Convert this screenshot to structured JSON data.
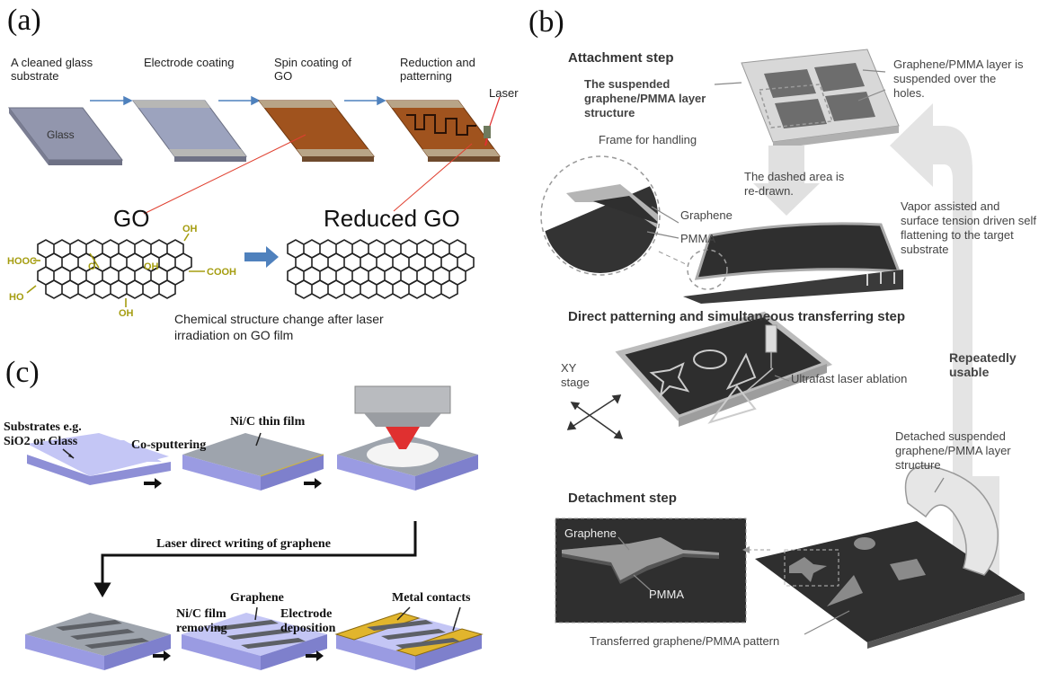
{
  "panel_a": {
    "label": "(a)",
    "steps": [
      "A cleaned glass substrate",
      "Electrode coating",
      "Spin coating of GO",
      "Reduction and patterning"
    ],
    "glass_label": "Glass",
    "laser_label": "Laser",
    "go_label": "GO",
    "rgo_label": "Reduced GO",
    "chem_groups": [
      "OH",
      "HOOC",
      "O",
      "OH",
      "COOH",
      "HO",
      "OH"
    ],
    "caption": "Chemical structure change after laser irradiation on GO film"
  },
  "panel_b": {
    "label": "(b)",
    "attachment_title": "Attachment step",
    "suspended_title": "The suspended graphene/PMMA layer structure",
    "frame_label": "Frame for handling",
    "graphene_pmma_suspended": "Graphene/PMMA layer is suspended over the holes.",
    "dashed_note": "The dashed area is re-drawn.",
    "graphene_label": "Graphene",
    "pmma_label": "PMMA",
    "vapor_note": "Vapor assisted and surface tension driven self flattening to the target substrate",
    "direct_title": "Direct patterning and simultaneous transferring step",
    "xy_stage": "XY stage",
    "ultrafast": "Ultrafast laser ablation",
    "repeatedly": "Repeatedly usable",
    "detached": "Detached suspended graphene/PMMA layer structure",
    "detachment_title": "Detachment step",
    "inset_graphene": "Graphene",
    "inset_pmma": "PMMA",
    "transferred": "Transferred graphene/PMMA pattern"
  },
  "panel_c": {
    "label": "(c)",
    "substrates": "Substrates e.g. SiO2 or Glass",
    "cosputtering": "Co-sputtering",
    "nic_film": "Ni/C thin film",
    "ldw": "Laser direct writing of graphene",
    "nic_removing": "Ni/C film removing",
    "graphene": "Graphene",
    "electrode_dep": "Electrode deposition",
    "metal_contacts": "Metal contacts"
  },
  "colors": {
    "arrow_blue": "#4f81bd",
    "go_brown": "#a0531e",
    "electrode_gray": "#a9aab0",
    "chem_yellow": "#a59d10",
    "substrate_lavender": "#c4c6f5",
    "film_gray": "#9ea4ad",
    "metal_gold": "#e1b52d",
    "laser_red": "#e03030"
  }
}
